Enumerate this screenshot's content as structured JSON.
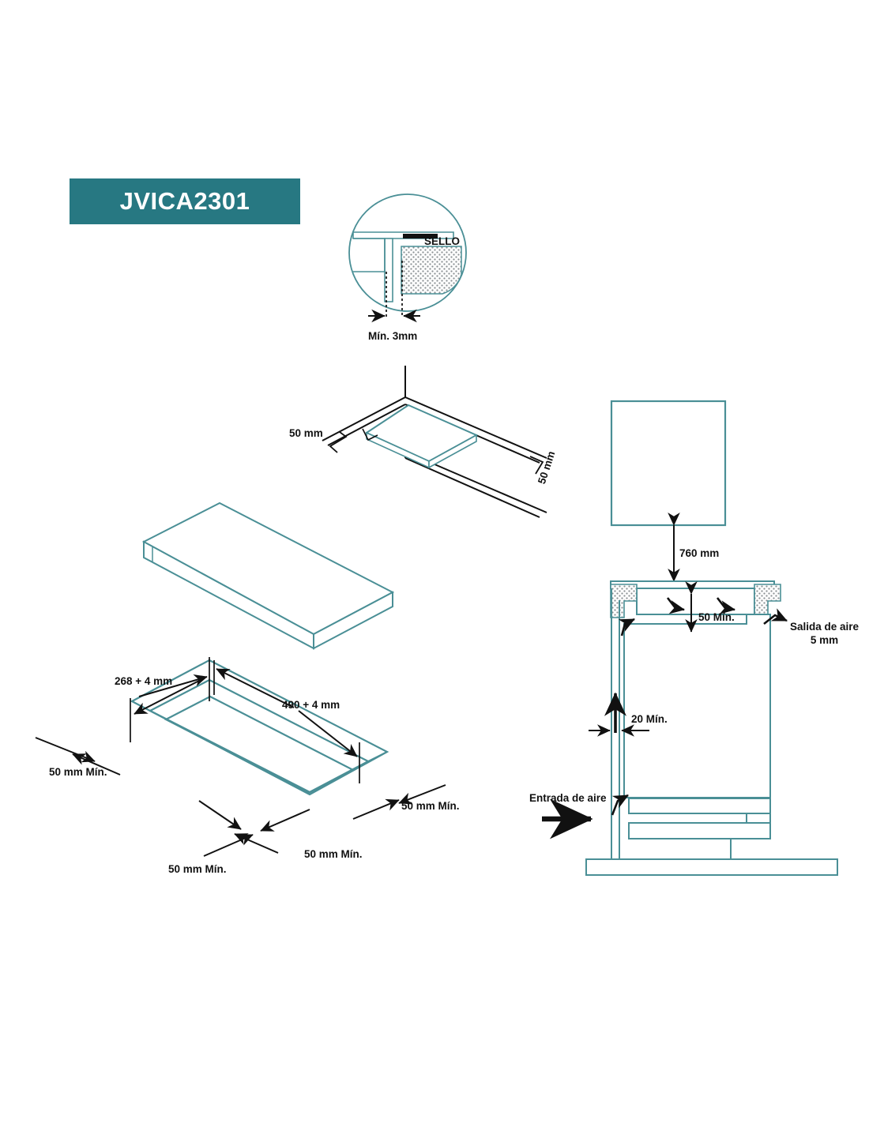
{
  "document": {
    "type": "installation-diagram",
    "language": "es",
    "background": "#ffffff"
  },
  "colors": {
    "badge_background": "#277882",
    "badge_text": "#ffffff",
    "drawing_line": "#4a8f96",
    "dimension_line": "#111111",
    "hatch": "#8d9396"
  },
  "header": {
    "model_label": "JVICA2301"
  },
  "panels": {
    "seal_detail": {
      "name": "seal-detail-callout",
      "seal_label": "SELLO",
      "dimension": "Mín. 3mm"
    },
    "corner_install": {
      "name": "corner-installation-view",
      "left_clearance": "50 mm",
      "right_clearance": "50 mm"
    },
    "cooktop_iso": {
      "name": "cooktop-isometric-view"
    },
    "cutout": {
      "name": "countertop-cutout-view",
      "depth": "268 + 4 mm",
      "width": "490 + 4 mm",
      "clearances": [
        "50 mm Mín.",
        "50 mm Mín.",
        "50 mm Mín.",
        "50 mm Mín."
      ]
    },
    "ventilation_section": {
      "name": "ventilation-cross-section",
      "hood_height": "760 mm",
      "under_gap": "50 Mín.",
      "air_outlet": "Salida de aire\n5 mm",
      "wall_gap": "20 Mín.",
      "air_inlet": "Entrada de aire"
    }
  }
}
